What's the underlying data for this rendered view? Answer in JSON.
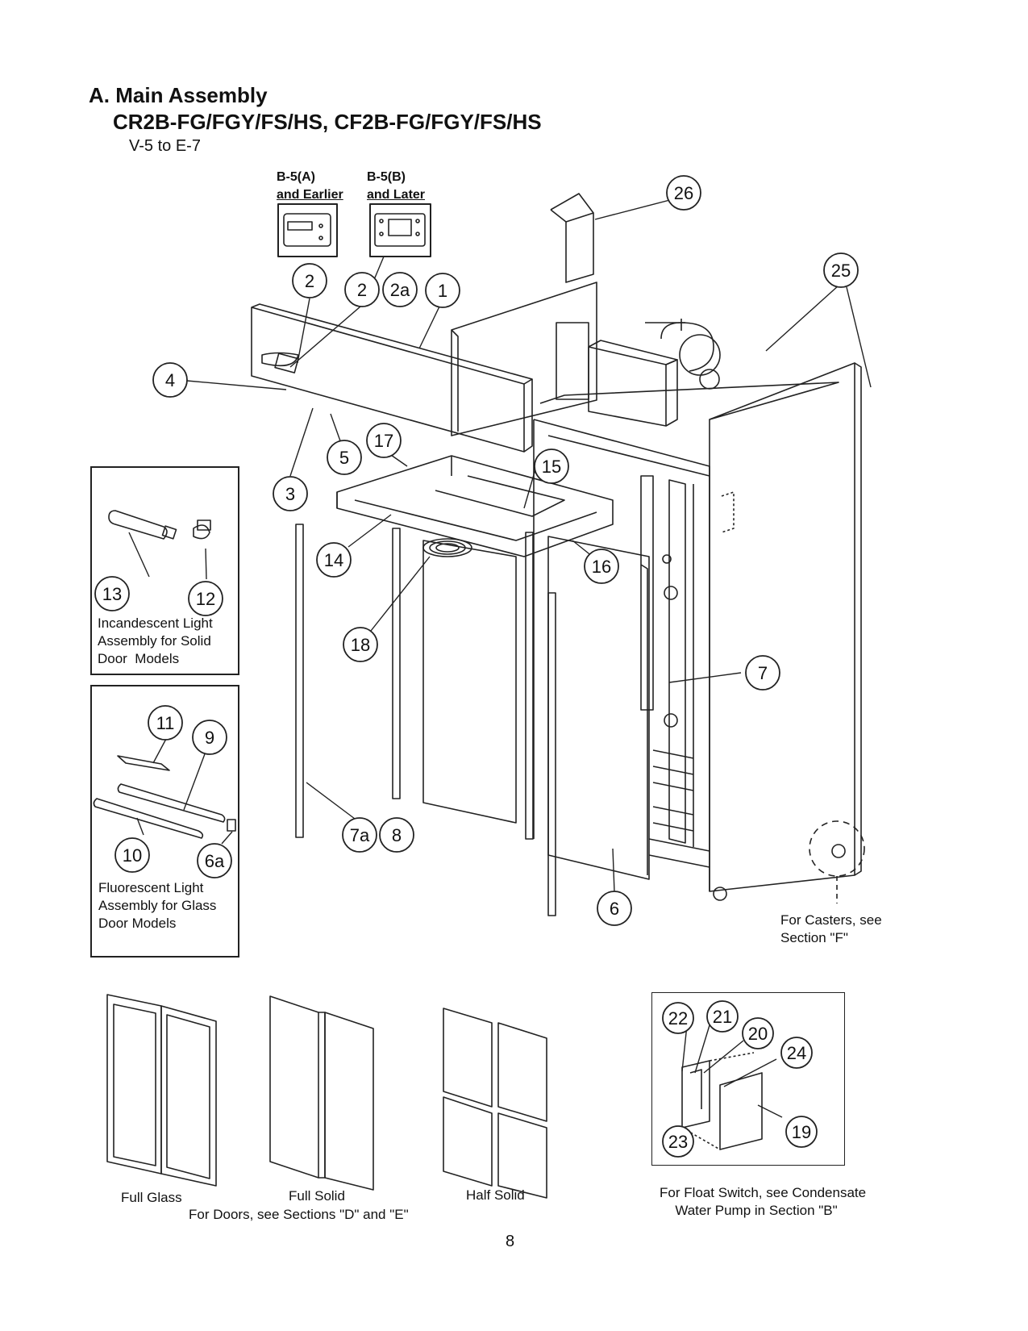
{
  "title": "A. Main Assembly",
  "models": "CR2B-FG/FGY/FS/HS, CF2B-FG/FGY/FS/HS",
  "serial_range": "V-5 to E-7",
  "controller_a": {
    "line1": "B-5(A)",
    "line2": "and Earlier"
  },
  "controller_b": {
    "line1": "B-5(B)",
    "line2": "and Later"
  },
  "callouts": [
    "1",
    "2",
    "2",
    "2a",
    "3",
    "4",
    "5",
    "6",
    "6a",
    "7",
    "7a",
    "8",
    "9",
    "10",
    "11",
    "12",
    "13",
    "14",
    "15",
    "16",
    "17",
    "18",
    "19",
    "20",
    "21",
    "22",
    "23",
    "24",
    "25",
    "26"
  ],
  "incandescent_caption": [
    "Incandescent Light",
    "Assembly for Solid",
    "Door  Models"
  ],
  "fluorescent_caption": [
    "Fluorescent Light",
    "Assembly for Glass",
    "Door Models"
  ],
  "casters_note": [
    "For Casters, see",
    "Section \"F\""
  ],
  "door_labels": {
    "full_glass": "Full Glass",
    "full_solid": "Full Solid",
    "half_solid": "Half Solid"
  },
  "doors_note": "For Doors, see Sections \"D\" and \"E\"",
  "float_note": [
    "For Float Switch, see Condensate",
    "Water Pump in Section \"B\""
  ],
  "page_number": "8"
}
